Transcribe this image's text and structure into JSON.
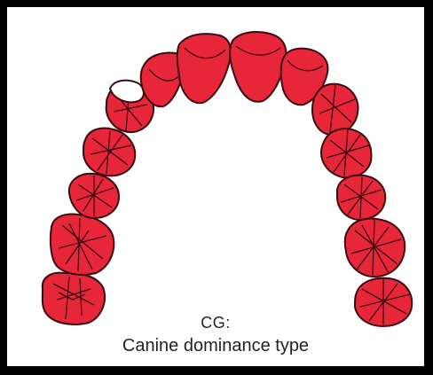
{
  "caption": {
    "line1": "CG:",
    "line2": "Canine dominance type"
  },
  "colors": {
    "frame": "#000000",
    "background": "#ffffff",
    "tooth_fill": "#e8263a",
    "tooth_outline": "#3a0a10",
    "missing_tooth_fill": "#ffffff"
  },
  "teeth": {
    "count": 14,
    "missing": [
      "upper-left-lateral-incisor"
    ]
  }
}
